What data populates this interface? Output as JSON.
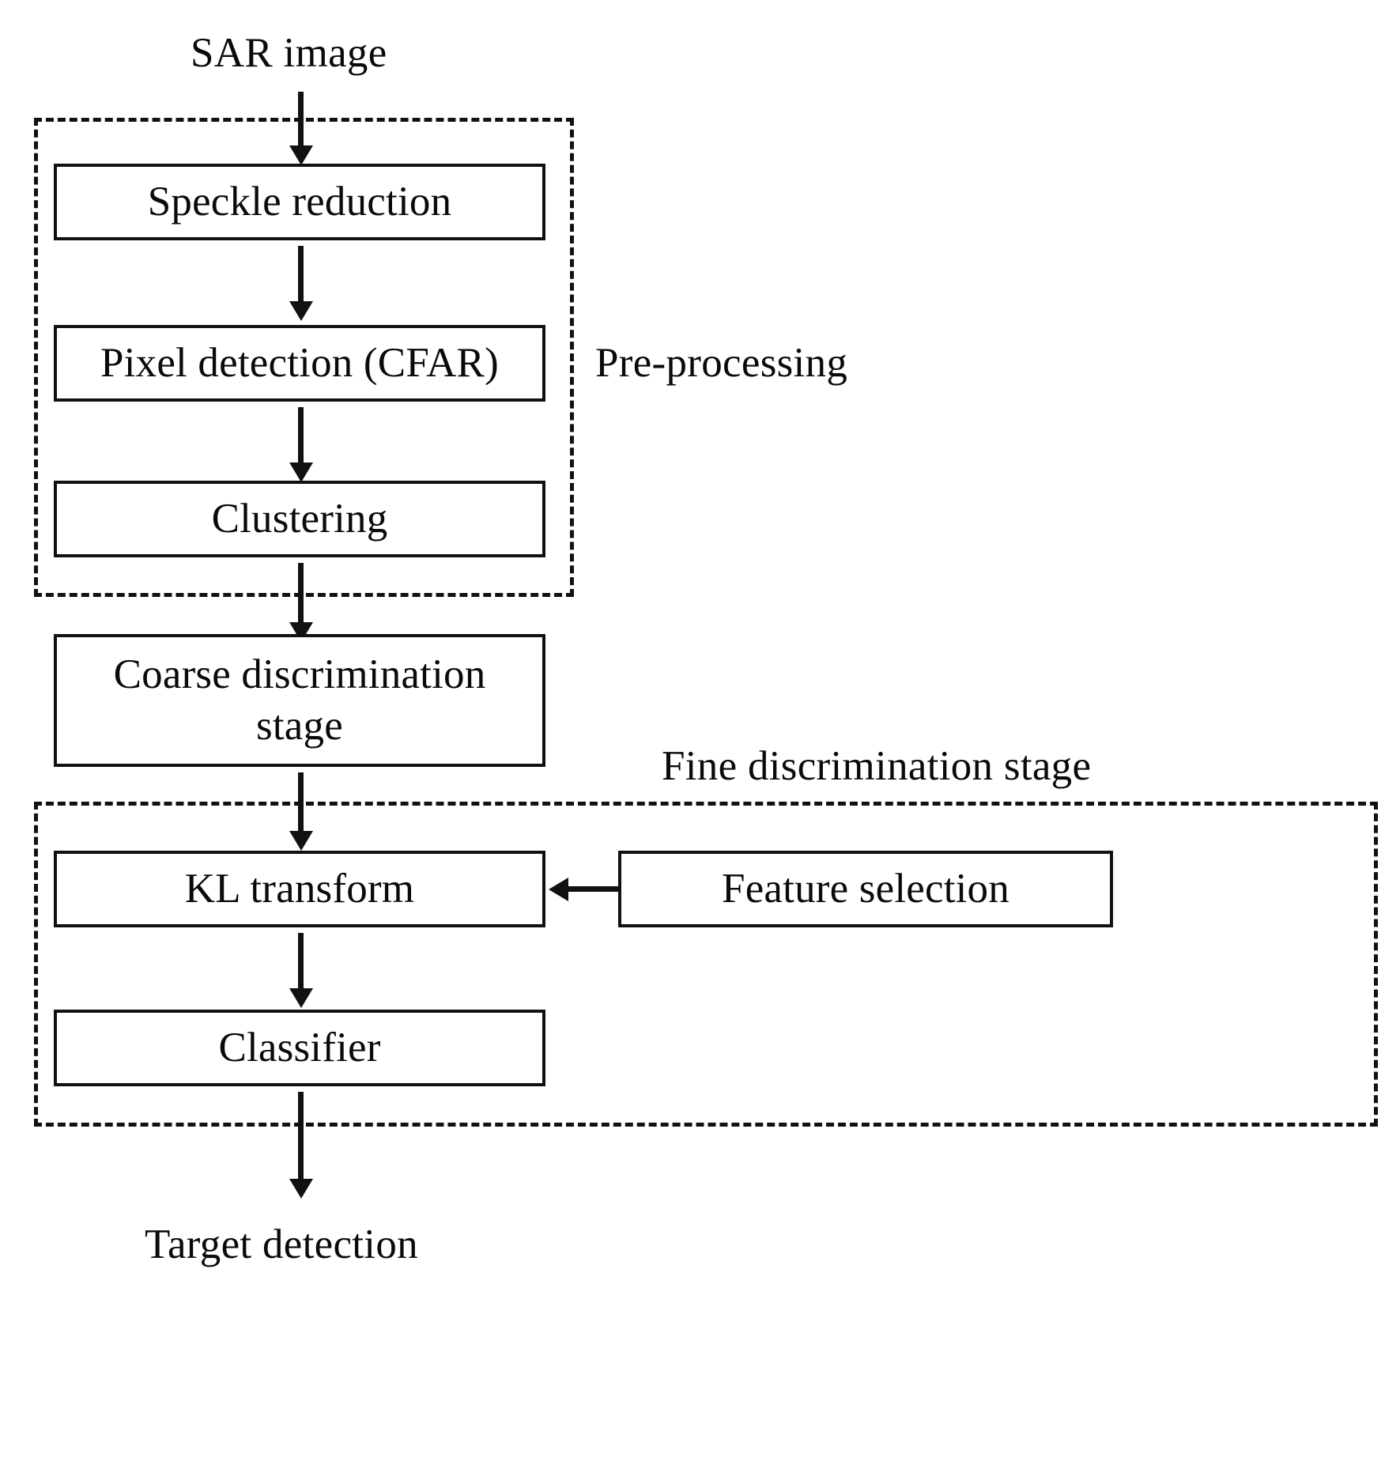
{
  "diagram": {
    "title": "SAR target detection processing chain flowchart",
    "type": "flowchart",
    "colors": {
      "stroke": "#111111",
      "text": "#0a0a0a",
      "background": "#ffffff"
    },
    "io_labels": {
      "input": "SAR image",
      "output": "Target detection"
    },
    "group_labels": {
      "preprocessing": "Pre-processing",
      "fine_discrimination": "Fine discrimination stage"
    },
    "nodes": [
      {
        "id": "speckle-reduction",
        "label": "Speckle reduction"
      },
      {
        "id": "pixel-detection",
        "label": "Pixel detection (CFAR)"
      },
      {
        "id": "clustering",
        "label": "Clustering"
      },
      {
        "id": "coarse-discrimination",
        "label_line1": "Coarse discrimination",
        "label_line2": "stage"
      },
      {
        "id": "kl-transform",
        "label": "KL transform"
      },
      {
        "id": "feature-selection",
        "label": "Feature selection"
      },
      {
        "id": "classifier",
        "label": "Classifier"
      }
    ],
    "edges": [
      {
        "from": "SAR image",
        "to": "Speckle reduction",
        "direction": "down"
      },
      {
        "from": "Speckle reduction",
        "to": "Pixel detection (CFAR)",
        "direction": "down"
      },
      {
        "from": "Pixel detection (CFAR)",
        "to": "Clustering",
        "direction": "down"
      },
      {
        "from": "Clustering",
        "to": "Coarse discrimination stage",
        "direction": "down"
      },
      {
        "from": "Coarse discrimination stage",
        "to": "KL transform",
        "direction": "down"
      },
      {
        "from": "Feature selection",
        "to": "KL transform",
        "direction": "left"
      },
      {
        "from": "KL transform",
        "to": "Classifier",
        "direction": "down"
      },
      {
        "from": "Classifier",
        "to": "Target detection",
        "direction": "down"
      }
    ]
  }
}
